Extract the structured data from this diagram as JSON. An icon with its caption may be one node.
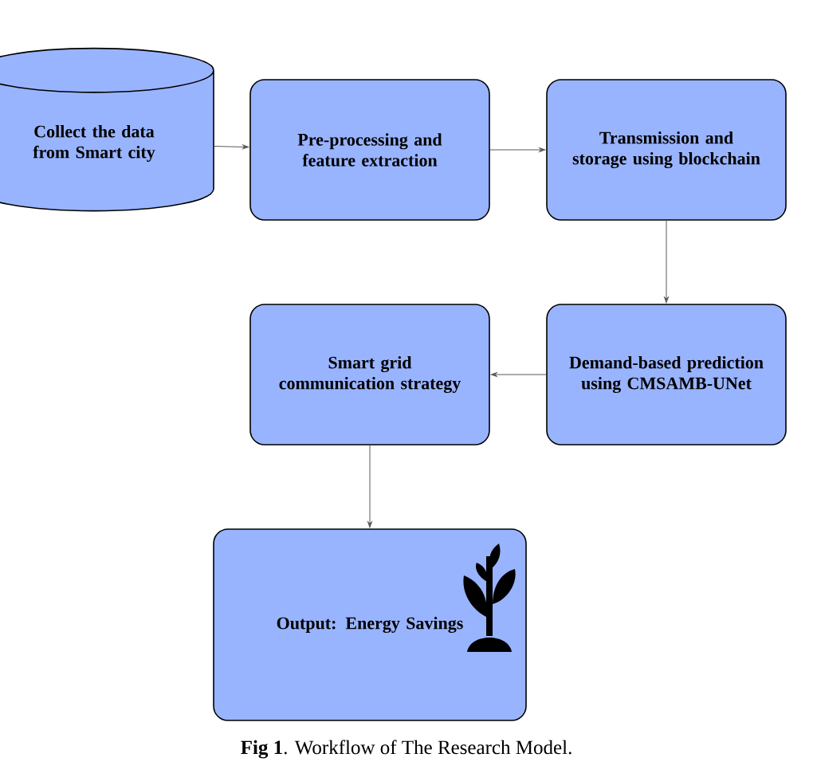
{
  "diagram": {
    "caption": "**Fig 1**. Workflow of The Research Model.",
    "nodes": [
      {
        "text": [
          "Collect the data from Smart city"
        ]
      },
      {
        "text": [
          "Pre-processing and feature extraction"
        ]
      },
      {
        "text": [
          "Transmission and storage using blockchain"
        ]
      },
      {
        "text": [
          "Demand-based prediction using CMSAMB-UNet"
        ]
      },
      {
        "text": [
          "Smart grid communication strategy"
        ]
      },
      {
        "text": [
          "Output: Energy Savings"
        ]
      }
    ],
    "edges": [
      {
        "from": 0,
        "to": 1,
        "arrow": "to"
      },
      {
        "from": 1,
        "to": 2,
        "arrow": "to"
      },
      {
        "from": 2,
        "to": 3,
        "arrow": "to"
      },
      {
        "from": 3,
        "to": 4,
        "arrow": "to"
      },
      {
        "from": 4,
        "to": 5,
        "arrow": "to"
      }
    ]
  }
}
